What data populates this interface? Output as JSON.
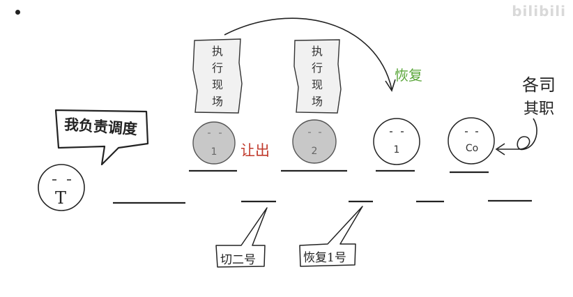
{
  "watermark": "bilibili",
  "watermark_sub": "",
  "speech_scheduler": "我负责调度",
  "letter_T": "T",
  "context_label": [
    "执",
    "行",
    "现",
    "场"
  ],
  "face1": "1",
  "face2": "2",
  "face3": "1",
  "face4": "Co",
  "yield_label": "让出",
  "resume_label": "恢复",
  "duties_line1": "各司",
  "duties_line2": "其职",
  "switch_callout": "切二号",
  "resume_callout": "恢复1号",
  "colors": {
    "red": "#c0392b",
    "green": "#5aa63a",
    "gray_face": "#c8c8c8"
  }
}
